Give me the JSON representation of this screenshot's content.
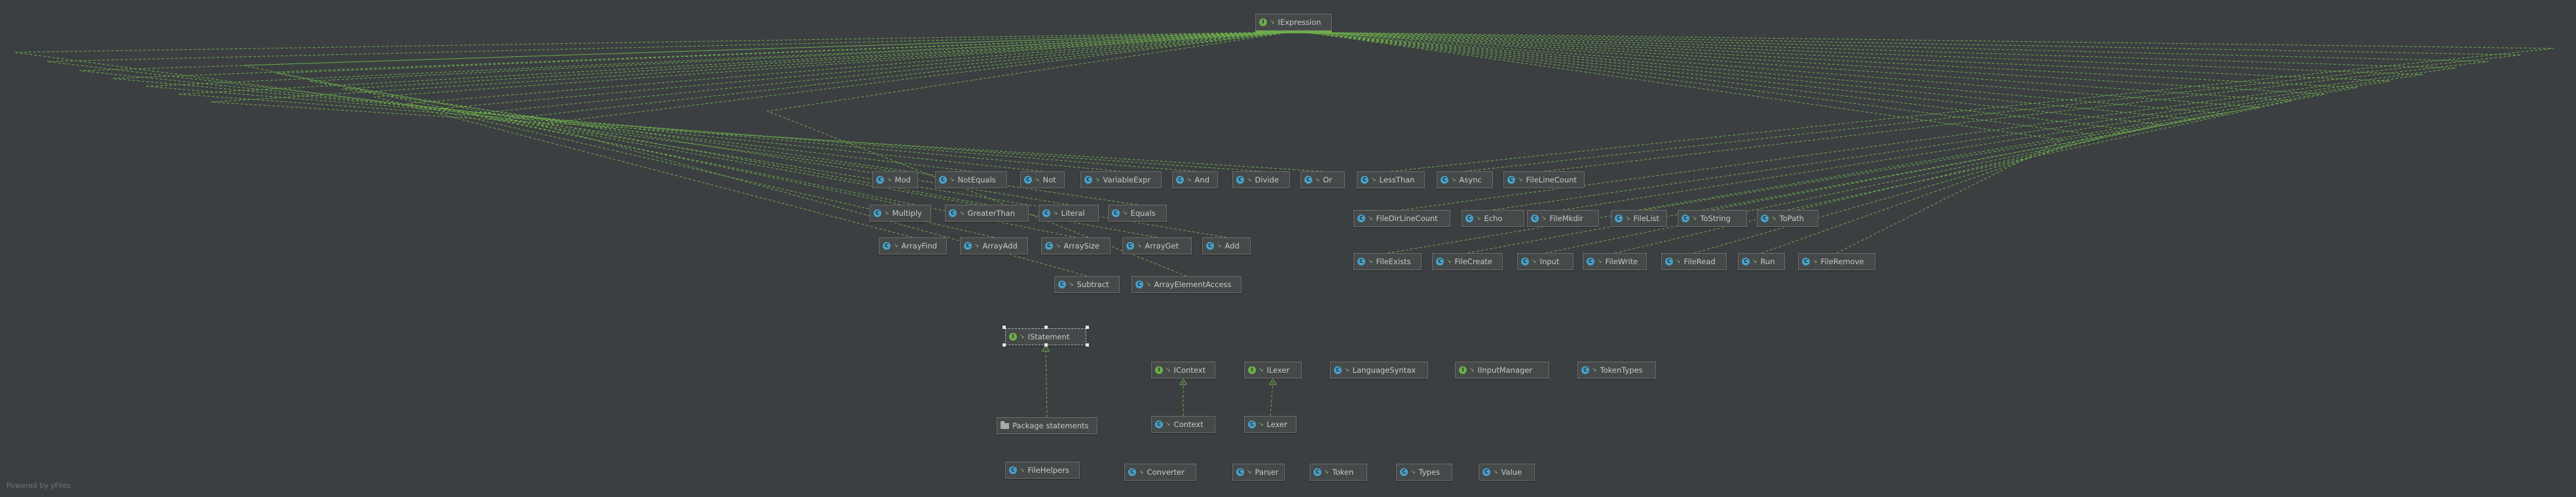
{
  "diagram": {
    "nodes": [
      {
        "id": "IExpression",
        "label": "IExpression",
        "kind": "interface"
      },
      {
        "id": "Mod",
        "label": "Mod",
        "kind": "class"
      },
      {
        "id": "NotEquals",
        "label": "NotEquals",
        "kind": "class"
      },
      {
        "id": "Not",
        "label": "Not",
        "kind": "class"
      },
      {
        "id": "VariableExpr",
        "label": "VariableExpr",
        "kind": "class"
      },
      {
        "id": "And",
        "label": "And",
        "kind": "class"
      },
      {
        "id": "Divide",
        "label": "Divide",
        "kind": "class"
      },
      {
        "id": "Or",
        "label": "Or",
        "kind": "class"
      },
      {
        "id": "LessThan",
        "label": "LessThan",
        "kind": "class"
      },
      {
        "id": "Async",
        "label": "Async",
        "kind": "class"
      },
      {
        "id": "FileLineCount",
        "label": "FileLineCount",
        "kind": "class"
      },
      {
        "id": "Multiply",
        "label": "Multiply",
        "kind": "class"
      },
      {
        "id": "GreaterThan",
        "label": "GreaterThan",
        "kind": "class"
      },
      {
        "id": "Literal",
        "label": "Literal",
        "kind": "class"
      },
      {
        "id": "Equals",
        "label": "Equals",
        "kind": "class"
      },
      {
        "id": "FileDirLineCount",
        "label": "FileDirLineCount",
        "kind": "class"
      },
      {
        "id": "Echo",
        "label": "Echo",
        "kind": "class"
      },
      {
        "id": "FileMkdir",
        "label": "FileMkdir",
        "kind": "class"
      },
      {
        "id": "FileList",
        "label": "FileList",
        "kind": "class"
      },
      {
        "id": "ToString",
        "label": "ToString",
        "kind": "class"
      },
      {
        "id": "ToPath",
        "label": "ToPath",
        "kind": "class"
      },
      {
        "id": "ArrayFind",
        "label": "ArrayFind",
        "kind": "class"
      },
      {
        "id": "ArrayAdd",
        "label": "ArrayAdd",
        "kind": "class"
      },
      {
        "id": "ArraySize",
        "label": "ArraySize",
        "kind": "class"
      },
      {
        "id": "ArrayGet",
        "label": "ArrayGet",
        "kind": "class"
      },
      {
        "id": "Add",
        "label": "Add",
        "kind": "class"
      },
      {
        "id": "FileExists",
        "label": "FileExists",
        "kind": "class"
      },
      {
        "id": "FileCreate",
        "label": "FileCreate",
        "kind": "class"
      },
      {
        "id": "Input",
        "label": "Input",
        "kind": "class"
      },
      {
        "id": "FileWrite",
        "label": "FileWrite",
        "kind": "class"
      },
      {
        "id": "FileRead",
        "label": "FileRead",
        "kind": "class"
      },
      {
        "id": "Run",
        "label": "Run",
        "kind": "class"
      },
      {
        "id": "FileRemove",
        "label": "FileRemove",
        "kind": "class"
      },
      {
        "id": "Subtract",
        "label": "Subtract",
        "kind": "class"
      },
      {
        "id": "ArrayElementAccess",
        "label": "ArrayElementAccess",
        "kind": "class"
      },
      {
        "id": "IStatement",
        "label": "IStatement",
        "kind": "interface"
      },
      {
        "id": "IContext",
        "label": "IContext",
        "kind": "interface"
      },
      {
        "id": "ILexer",
        "label": "ILexer",
        "kind": "interface"
      },
      {
        "id": "LanguageSyntax",
        "label": "LanguageSyntax",
        "kind": "class"
      },
      {
        "id": "IInputManager",
        "label": "IInputManager",
        "kind": "interface"
      },
      {
        "id": "TokenTypes",
        "label": "TokenTypes",
        "kind": "class"
      },
      {
        "id": "PackageStatements",
        "label": "Package statements",
        "kind": "package"
      },
      {
        "id": "Context",
        "label": "Context",
        "kind": "class"
      },
      {
        "id": "Lexer",
        "label": "Lexer",
        "kind": "class"
      },
      {
        "id": "FileHelpers",
        "label": "FileHelpers",
        "kind": "class"
      },
      {
        "id": "Converter",
        "label": "Converter",
        "kind": "class"
      },
      {
        "id": "Parser",
        "label": "Parser",
        "kind": "class"
      },
      {
        "id": "Token",
        "label": "Token",
        "kind": "class"
      },
      {
        "id": "Types",
        "label": "Types",
        "kind": "class"
      },
      {
        "id": "Value",
        "label": "Value",
        "kind": "class"
      }
    ],
    "edges": [
      {
        "from": "Mod",
        "to": "IExpression",
        "type": "implements"
      },
      {
        "from": "NotEquals",
        "to": "IExpression",
        "type": "implements"
      },
      {
        "from": "Not",
        "to": "IExpression",
        "type": "implements"
      },
      {
        "from": "VariableExpr",
        "to": "IExpression",
        "type": "implements"
      },
      {
        "from": "And",
        "to": "IExpression",
        "type": "implements"
      },
      {
        "from": "Divide",
        "to": "IExpression",
        "type": "implements"
      },
      {
        "from": "Or",
        "to": "IExpression",
        "type": "implements"
      },
      {
        "from": "LessThan",
        "to": "IExpression",
        "type": "implements"
      },
      {
        "from": "Async",
        "to": "IExpression",
        "type": "implements"
      },
      {
        "from": "FileLineCount",
        "to": "IExpression",
        "type": "implements"
      },
      {
        "from": "Multiply",
        "to": "IExpression",
        "type": "implements"
      },
      {
        "from": "GreaterThan",
        "to": "IExpression",
        "type": "implements"
      },
      {
        "from": "Literal",
        "to": "IExpression",
        "type": "implements"
      },
      {
        "from": "Equals",
        "to": "IExpression",
        "type": "implements"
      },
      {
        "from": "FileDirLineCount",
        "to": "IExpression",
        "type": "implements"
      },
      {
        "from": "Echo",
        "to": "IExpression",
        "type": "implements"
      },
      {
        "from": "FileMkdir",
        "to": "IExpression",
        "type": "implements"
      },
      {
        "from": "FileList",
        "to": "IExpression",
        "type": "implements"
      },
      {
        "from": "ToString",
        "to": "IExpression",
        "type": "implements"
      },
      {
        "from": "ToPath",
        "to": "IExpression",
        "type": "implements"
      },
      {
        "from": "ArrayFind",
        "to": "IExpression",
        "type": "implements"
      },
      {
        "from": "ArrayAdd",
        "to": "IExpression",
        "type": "implements"
      },
      {
        "from": "ArraySize",
        "to": "IExpression",
        "type": "implements"
      },
      {
        "from": "ArrayGet",
        "to": "IExpression",
        "type": "implements"
      },
      {
        "from": "Add",
        "to": "IExpression",
        "type": "implements"
      },
      {
        "from": "FileExists",
        "to": "IExpression",
        "type": "implements"
      },
      {
        "from": "FileCreate",
        "to": "IExpression",
        "type": "implements"
      },
      {
        "from": "Input",
        "to": "IExpression",
        "type": "implements"
      },
      {
        "from": "FileWrite",
        "to": "IExpression",
        "type": "implements"
      },
      {
        "from": "FileRead",
        "to": "IExpression",
        "type": "implements"
      },
      {
        "from": "Run",
        "to": "IExpression",
        "type": "implements"
      },
      {
        "from": "FileRemove",
        "to": "IExpression",
        "type": "implements"
      },
      {
        "from": "Subtract",
        "to": "IExpression",
        "type": "implements"
      },
      {
        "from": "ArrayElementAccess",
        "to": "IExpression",
        "type": "implements"
      },
      {
        "from": "PackageStatements",
        "to": "IStatement",
        "type": "implements"
      },
      {
        "from": "Context",
        "to": "IContext",
        "type": "implements"
      },
      {
        "from": "Lexer",
        "to": "ILexer",
        "type": "implements"
      }
    ]
  },
  "footer": {
    "text": "Powered by yFiles"
  },
  "colors": {
    "background": "#3c3f41",
    "node_fill": "#45494a",
    "node_border": "#6d6d6d",
    "edge": "#6cad4c",
    "class_badge": "#4aa0c8",
    "interface_badge": "#6cad4c"
  },
  "icons": {
    "class": "class-icon",
    "interface": "interface-icon",
    "package": "folder-icon",
    "visibility": "visibility-icon"
  }
}
